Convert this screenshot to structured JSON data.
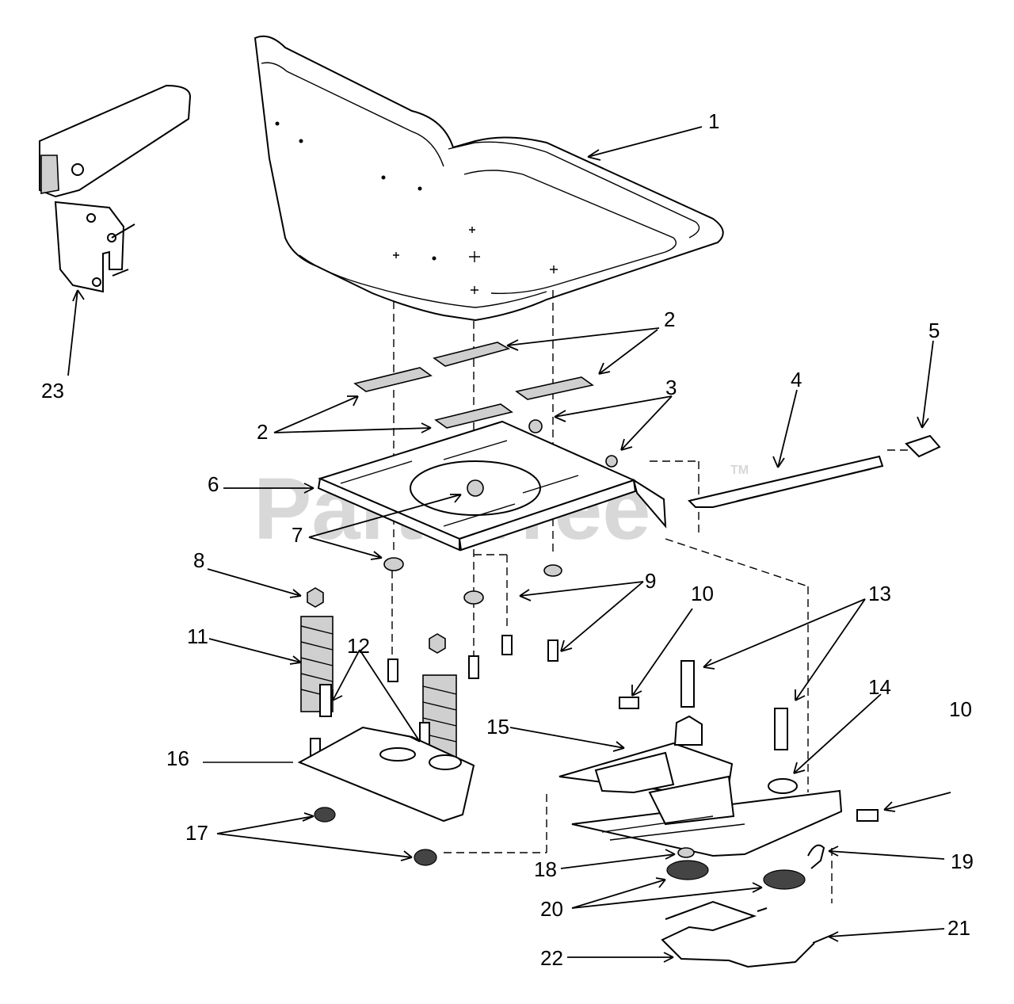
{
  "watermark": {
    "brand": "PartsTree",
    "trademark": "TM"
  },
  "callouts": [
    {
      "id": "1",
      "text": "1"
    },
    {
      "id": "2a",
      "text": "2"
    },
    {
      "id": "2b",
      "text": "2"
    },
    {
      "id": "3",
      "text": "3"
    },
    {
      "id": "4",
      "text": "4"
    },
    {
      "id": "5",
      "text": "5"
    },
    {
      "id": "6",
      "text": "6"
    },
    {
      "id": "7",
      "text": "7"
    },
    {
      "id": "8",
      "text": "8"
    },
    {
      "id": "9",
      "text": "9"
    },
    {
      "id": "10a",
      "text": "10"
    },
    {
      "id": "10b",
      "text": "10"
    },
    {
      "id": "11",
      "text": "11"
    },
    {
      "id": "12",
      "text": "12"
    },
    {
      "id": "13",
      "text": "13"
    },
    {
      "id": "14",
      "text": "14"
    },
    {
      "id": "15",
      "text": "15"
    },
    {
      "id": "16",
      "text": "16"
    },
    {
      "id": "17",
      "text": "17"
    },
    {
      "id": "18",
      "text": "18"
    },
    {
      "id": "19",
      "text": "19"
    },
    {
      "id": "20",
      "text": "20"
    },
    {
      "id": "21",
      "text": "21"
    },
    {
      "id": "22",
      "text": "22"
    },
    {
      "id": "23",
      "text": "23"
    }
  ]
}
